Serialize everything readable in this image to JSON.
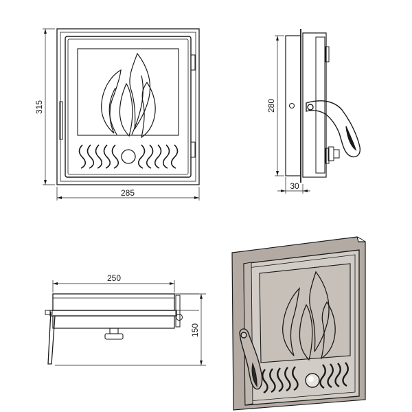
{
  "dimensions": {
    "front_width": "285",
    "front_height": "315",
    "side_height": "280",
    "side_depth": "30",
    "top_width": "250",
    "top_depth": "150"
  },
  "colors": {
    "line": "#1a1a1a",
    "render_frame": "#b3aba3",
    "render_door": "#d2ccc6",
    "render_glass": "#c7c0b9",
    "render_dark": "#2a2a2a"
  },
  "icons": {
    "flame": "flame-motif",
    "knob": "round-knob",
    "handle": "lever-handle"
  }
}
